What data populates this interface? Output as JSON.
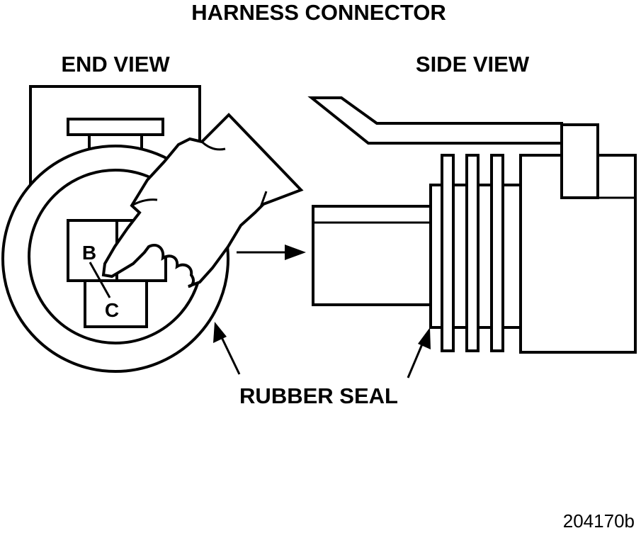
{
  "diagram": {
    "title": "HARNESS CONNECTOR",
    "end_view_label": "END VIEW",
    "side_view_label": "SIDE VIEW",
    "pin_b_label": "B",
    "pin_c_label": "C",
    "seal_label": "RUBBER SEAL",
    "figure_number": "204170b",
    "colors": {
      "ink": "#000000",
      "paper": "#ffffff"
    },
    "icons": [
      "pointing-hand-icon",
      "arrow-right-icon",
      "arrow-up-icon"
    ]
  }
}
